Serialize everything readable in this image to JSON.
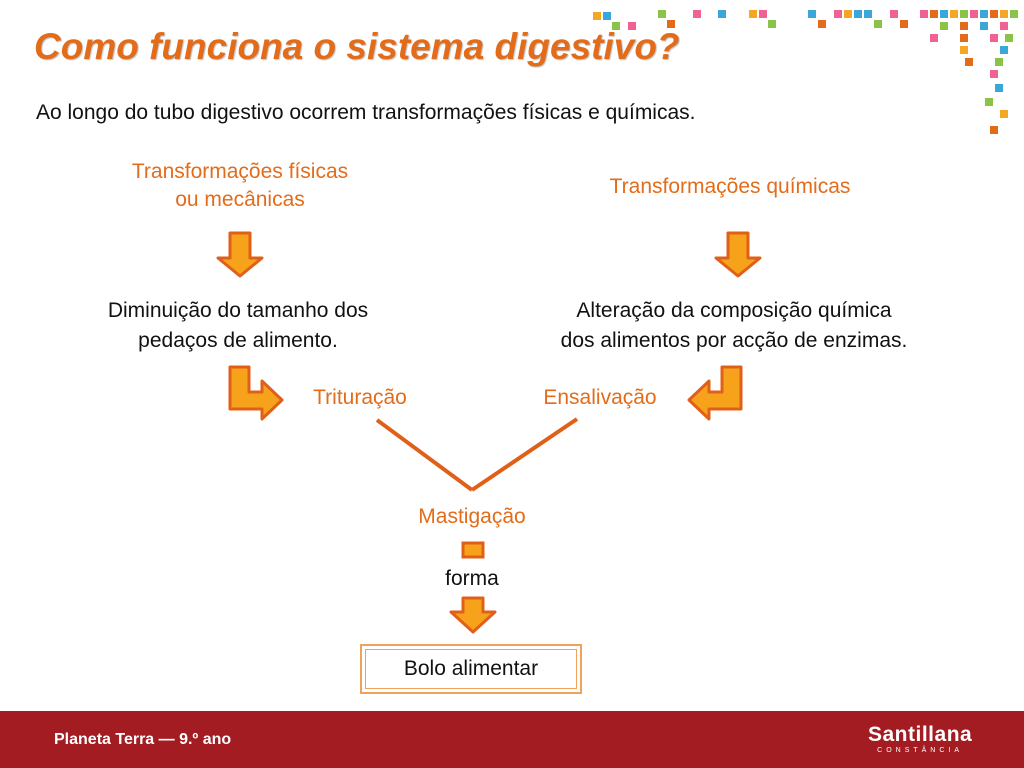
{
  "slide": {
    "title": "Como funciona o sistema digestivo?",
    "subtitle": "Ao longo do tubo digestivo ocorrem transformações físicas e químicas."
  },
  "diagram": {
    "physical": {
      "title_line1": "Transformações físicas",
      "title_line2": "ou mecânicas",
      "desc_line1": "Diminuição do tamanho dos",
      "desc_line2": "pedaços de alimento.",
      "process": "Trituração"
    },
    "chemical": {
      "title": "Transformações químicas",
      "desc_line1": "Alteração da composição química",
      "desc_line2": "dos alimentos por acção de enzimas.",
      "process": "Ensalivação"
    },
    "merge": "Mastigação",
    "connector": "forma",
    "result": "Bolo alimentar"
  },
  "footer": {
    "text": "Planeta Terra — 9.º ano",
    "logo": "Santillana",
    "logo_sub": "CONSTÂNCIA"
  },
  "colors": {
    "accent": "#e36c1b",
    "arrow_fill": "#f7a21b",
    "arrow_stroke": "#e0601a",
    "footer_bg": "#a31c22"
  }
}
